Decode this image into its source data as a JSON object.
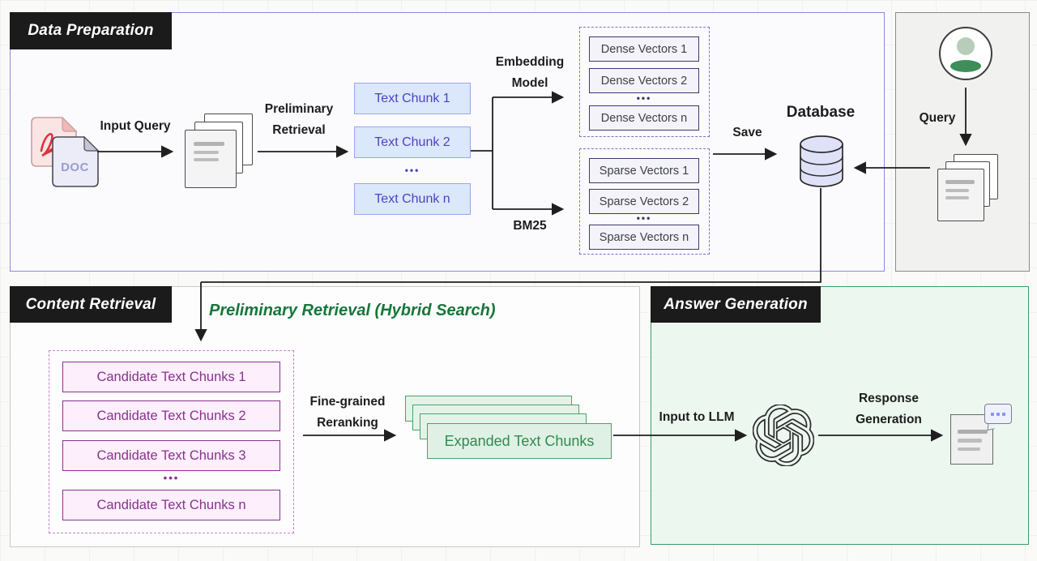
{
  "data_preparation": {
    "title": "Data Preparation",
    "input_query_label": "Input Query",
    "preliminary_retrieval_label": "Preliminary Retrieval",
    "embedding_model_label": "Embedding Model",
    "bm25_label": "BM25",
    "save_label": "Save",
    "database_label": "Database",
    "doc_badge": "DOC",
    "text_chunks": [
      "Text Chunk 1",
      "Text Chunk 2",
      "Text Chunk n"
    ],
    "dense_vectors": [
      "Dense Vectors 1",
      "Dense Vectors 2",
      "Dense Vectors n"
    ],
    "sparse_vectors": [
      "Sparse Vectors 1",
      "Sparse Vectors 2",
      "Sparse Vectors n"
    ]
  },
  "query_panel": {
    "query_label": "Query"
  },
  "content_retrieval": {
    "title": "Content Retrieval",
    "subtitle": "Preliminary Retrieval (Hybrid Search)",
    "candidate_chunks": [
      "Candidate Text Chunks 1",
      "Candidate Text Chunks 2",
      "Candidate Text Chunks 3",
      "Candidate Text Chunks n"
    ],
    "fine_grained_label": "Fine-grained Reranking",
    "expanded_chunks_label": "Expanded Text Chunks"
  },
  "answer_generation": {
    "title": "Answer Generation",
    "input_to_llm_label": "Input to LLM",
    "response_generation_label": "Response Generation"
  },
  "ellipsis": "•••",
  "colors": {
    "dataprep_border": "#8d88de",
    "answer_border": "#3d9c62",
    "chunk_bg": "#dbe7fa",
    "chunk_border": "#96a9ea",
    "chunk_text": "#4b44c0",
    "vector_border": "#3b3870",
    "candidate_bg": "#fdeffc",
    "candidate_accent": "#8a3190",
    "candidate_dash": "#c285cc",
    "expanded_bg": "#dff1e4",
    "expanded_accent": "#2e8b4f",
    "subtitle_green": "#17763b",
    "header_bg": "#1b1b1b",
    "database_fill": "#dfe1f8"
  }
}
